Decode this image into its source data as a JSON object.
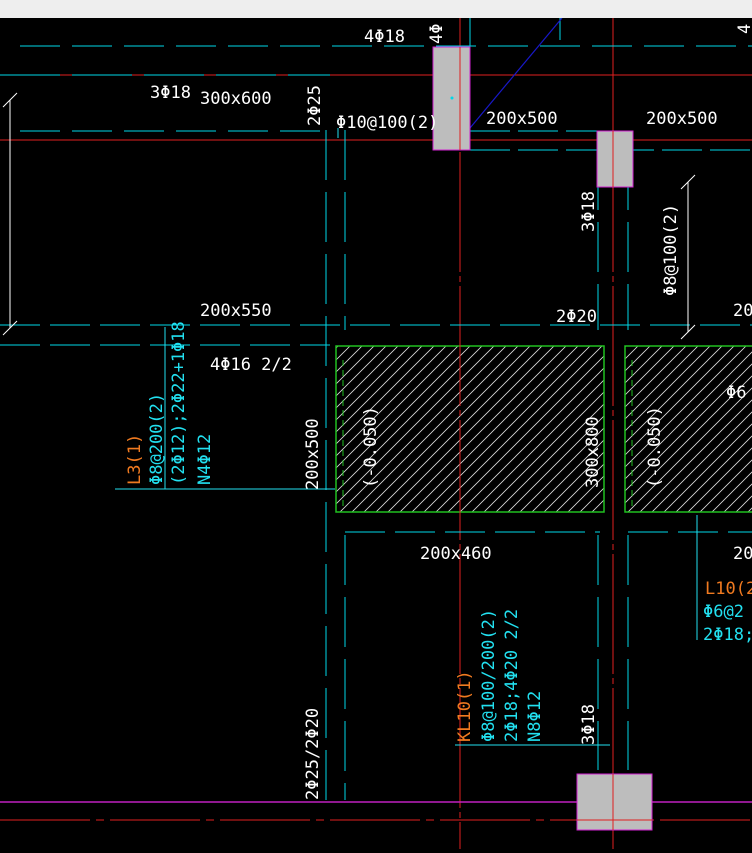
{
  "colors": {
    "background": "#000000",
    "beam_line": "#00d8e8",
    "axis_line": "#e02020",
    "column_fill": "#bdbdbd",
    "column_edge": "#d020d0",
    "slab_outline": "#20c020",
    "label_white": "#ffffff",
    "label_cyan": "#22e0f0",
    "label_orange": "#f07a20",
    "diagonal": "#1818c8",
    "top_strip": "#eeeeee"
  },
  "labels": {
    "t1": "4Φ18",
    "t2": "4Φ",
    "t3": "3Φ18",
    "t4": "300x600",
    "t5": "2Φ25",
    "t6": "Φ10@100(2)",
    "t7": "200x500",
    "t8": "200x500",
    "t9": "3Φ18",
    "t10": "Φ8@100(2)",
    "t11": "200x550",
    "t12": "2Φ20",
    "t13": "20",
    "t14": "4Φ16 2/2",
    "t15": "Φ6",
    "t16": "Φ8@200(2)",
    "t17": "(2Φ12);2Φ22+1Φ18",
    "t18": "N4Φ12",
    "t19": "L3(1)",
    "t20": "200x500",
    "t21": "(-0.050)",
    "t22": "300x800",
    "t23": "(-0.050)",
    "t24": "200x460",
    "t25": "20",
    "t26": "L10(2",
    "t27": "Φ6@2",
    "t28": "2Φ18;2",
    "t29": "Φ8@100/200(2)",
    "t30": "2Φ18;4Φ20 2/2",
    "t31": "N8Φ12",
    "t32": "KL10(1)",
    "t33": "3Φ18",
    "t34": "2Φ25/2Φ20",
    "t35": "4"
  }
}
